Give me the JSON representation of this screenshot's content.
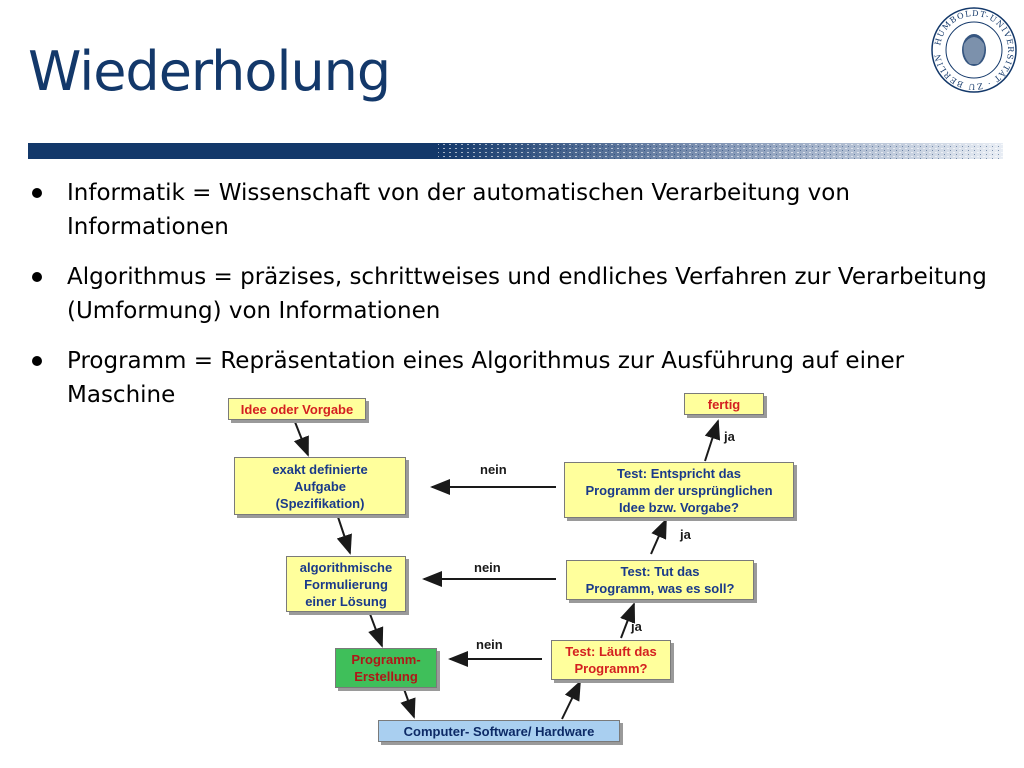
{
  "slide": {
    "title": "Wiederholung",
    "bullets": [
      "Informatik = Wissenschaft von der automatischen Verarbeitung von Informationen",
      "Algorithmus = präzises, schrittweises und endliches Verfahren zur Verarbeitung (Umformung) von Informationen",
      "Programm = Repräsentation eines Algorithmus zur Ausführung auf einer Maschine"
    ],
    "logo_text": "HUMBOLDT-UNIVERSITÄT ZU BERLIN"
  },
  "diagram": {
    "boxes": {
      "idee": "Idee oder Vorgabe",
      "aufgabe": "exakt definierte\nAufgabe\n(Spezifikation)",
      "formulierung": "algorithmische\nFormulierung\neiner Lösung",
      "erstellung": "Programm-\nErstellung",
      "hardware": "Computer- Software/ Hardware",
      "fertig": "fertig",
      "test1": "Test: Entspricht das\nProgramm der ursprünglichen\nIdee bzw. Vorgabe?",
      "test2": "Test: Tut das\nProgramm, was es soll?",
      "test3": "Test: Läuft das\nProgramm?"
    },
    "labels": {
      "nein": "nein",
      "ja": "ja"
    }
  },
  "colors": {
    "title": "#13386a",
    "box_fill": "#ffff9c",
    "box_red_text": "#d42020",
    "box_blue_text": "#1a3a8a",
    "green_box": "#3fbf5a",
    "hardware_box": "#a9cff0"
  }
}
